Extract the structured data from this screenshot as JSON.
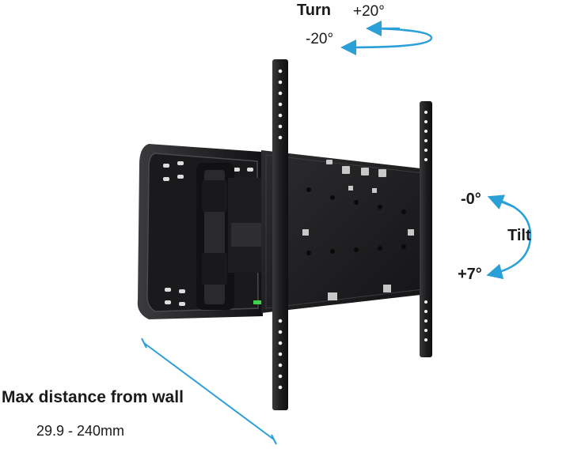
{
  "turn": {
    "title": "Turn",
    "plus": "+20°",
    "minus": "-20°"
  },
  "tilt": {
    "title": "Tilt",
    "minus": "-0°",
    "plus": "+7°"
  },
  "distance": {
    "title": "Max distance from wall",
    "range": "29.9 - 240mm"
  },
  "colors": {
    "accent": "#2a9fd8",
    "metal": "#1c1c1e",
    "text": "#1a1a1a"
  },
  "icons": [
    "turn-arrow-icon",
    "tilt-arrow-icon",
    "distance-measure-icon"
  ]
}
